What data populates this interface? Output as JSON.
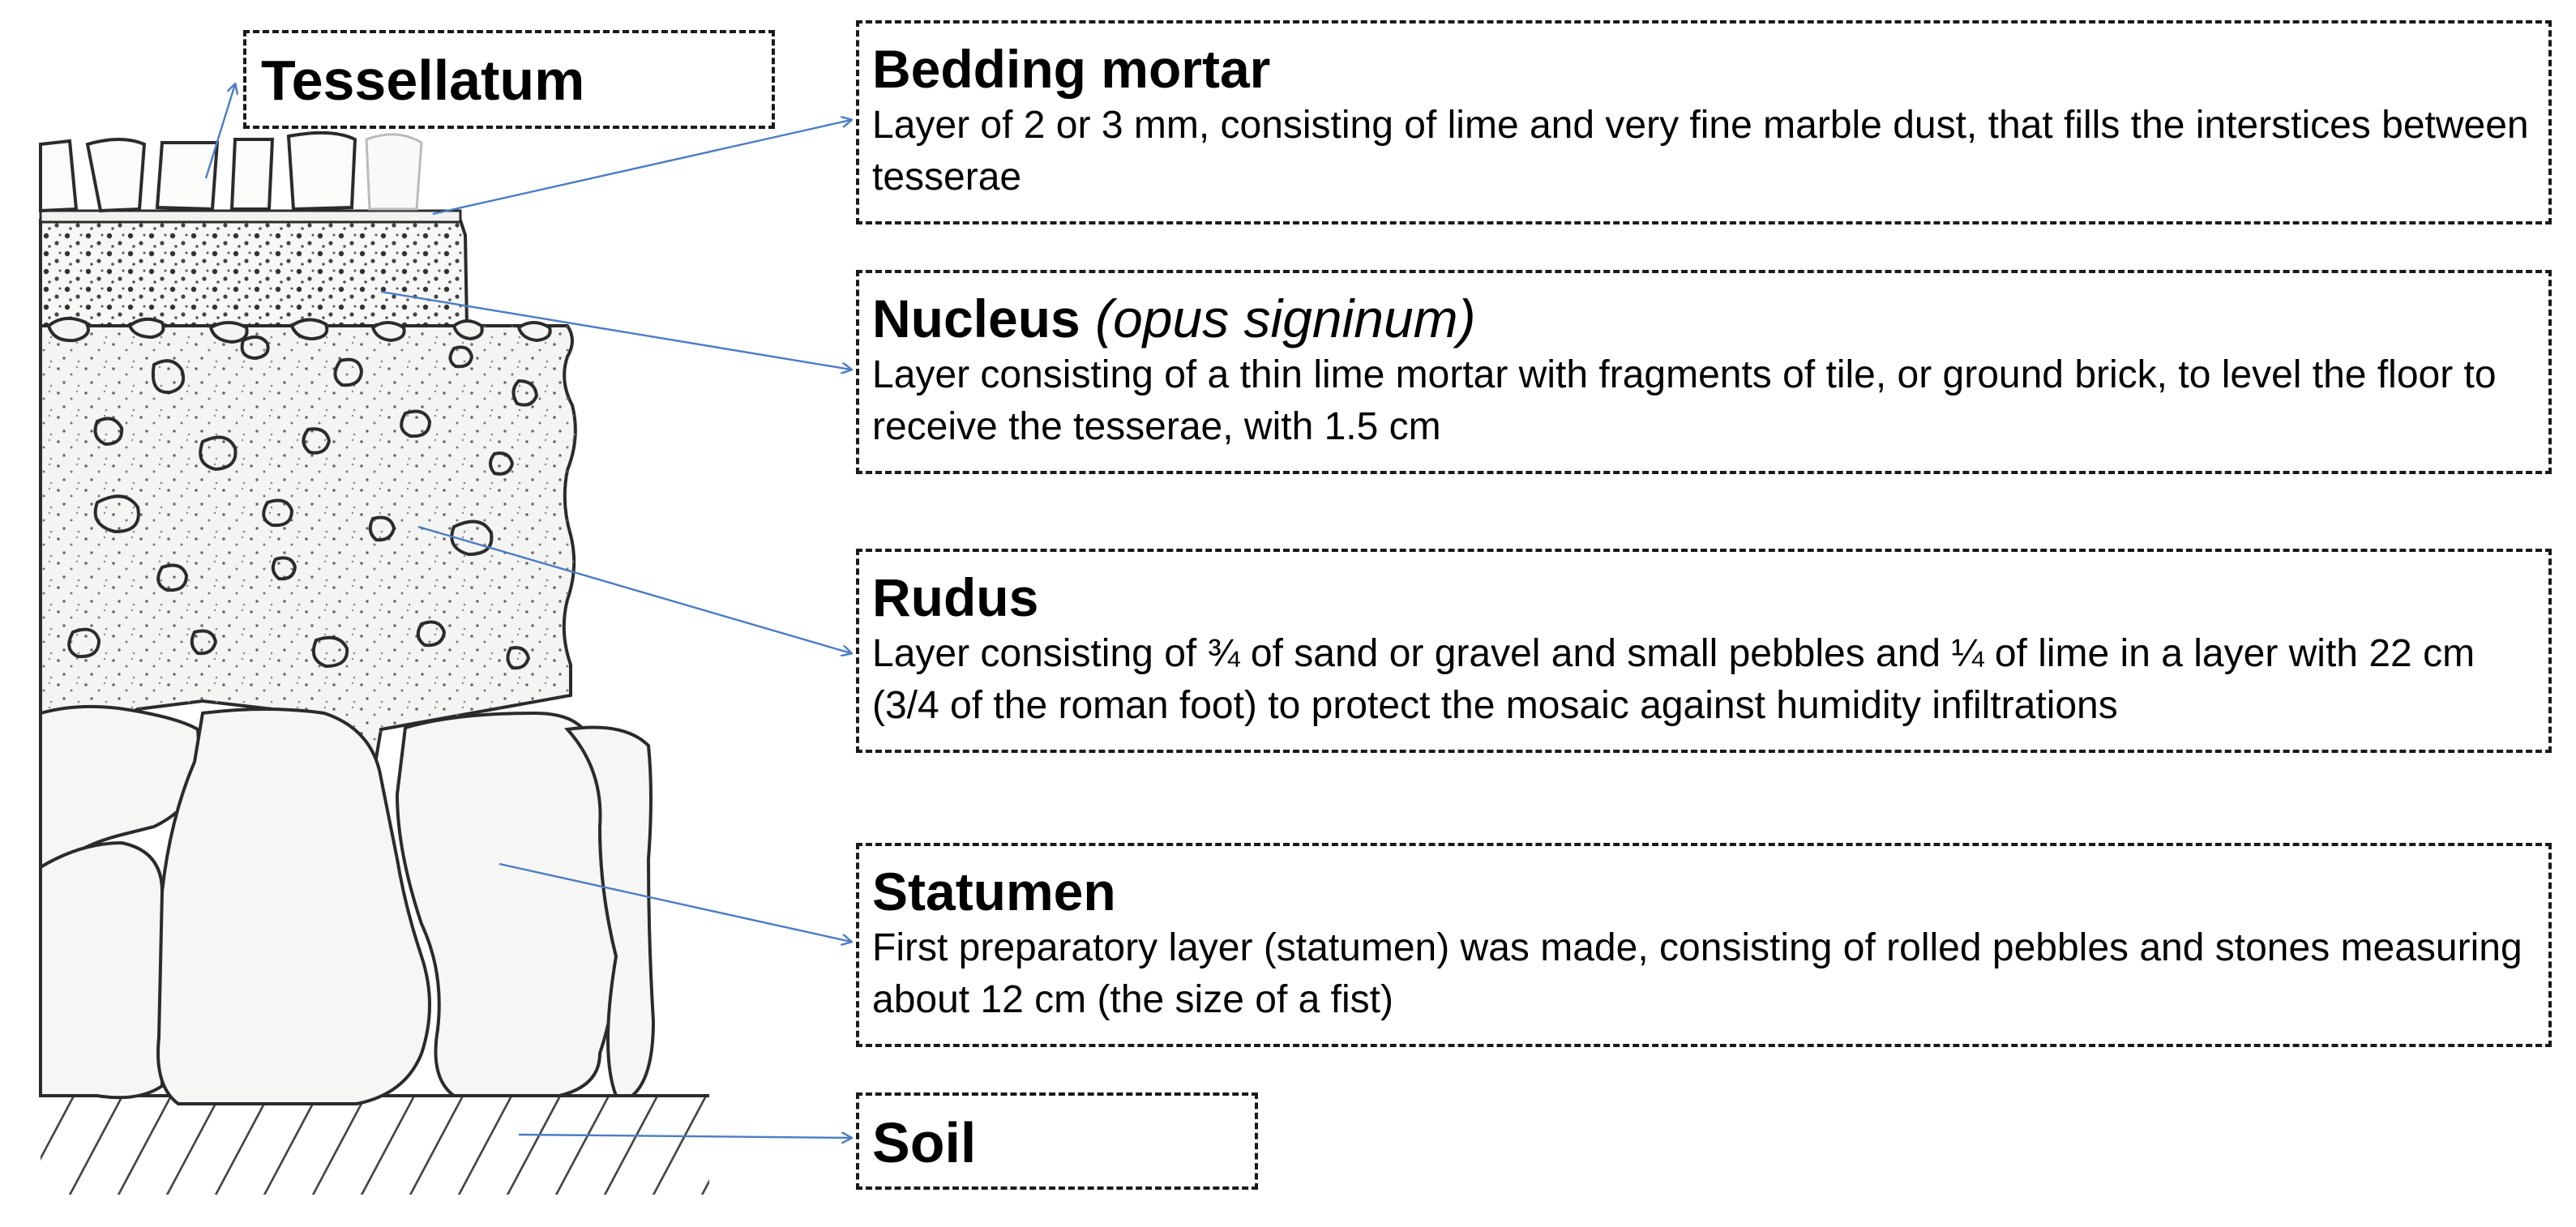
{
  "layers": {
    "tessellatum": {
      "title": "Tessellatum"
    },
    "bedding_mortar": {
      "title": "Bedding mortar",
      "description": "Layer of 2 or 3 mm, consisting of lime and very fine marble dust, that fills the interstices between tesserae"
    },
    "nucleus": {
      "title": "Nucleus",
      "title_suffix": "(opus signinum)",
      "description": "Layer consisting of a thin lime mortar with fragments of tile, or ground brick, to level the floor to receive the tesserae, with 1.5 cm"
    },
    "rudus": {
      "title": "Rudus",
      "description": "Layer consisting of ¾ of sand or gravel and small pebbles and ¼ of lime in a layer with 22 cm (3/4 of the roman foot) to protect the mosaic against humidity infiltrations"
    },
    "statumen": {
      "title": "Statumen",
      "description": "First preparatory layer (statumen) was made, consisting of rolled pebbles and stones measuring about 12 cm (the size of a fist)"
    },
    "soil": {
      "title": "Soil"
    }
  },
  "colors": {
    "arrow": "#4a7cc4",
    "outline": "#2b2b2b",
    "box_border": "#1a1a1a",
    "fill": "#f4f4f2",
    "dots": "#555555"
  }
}
